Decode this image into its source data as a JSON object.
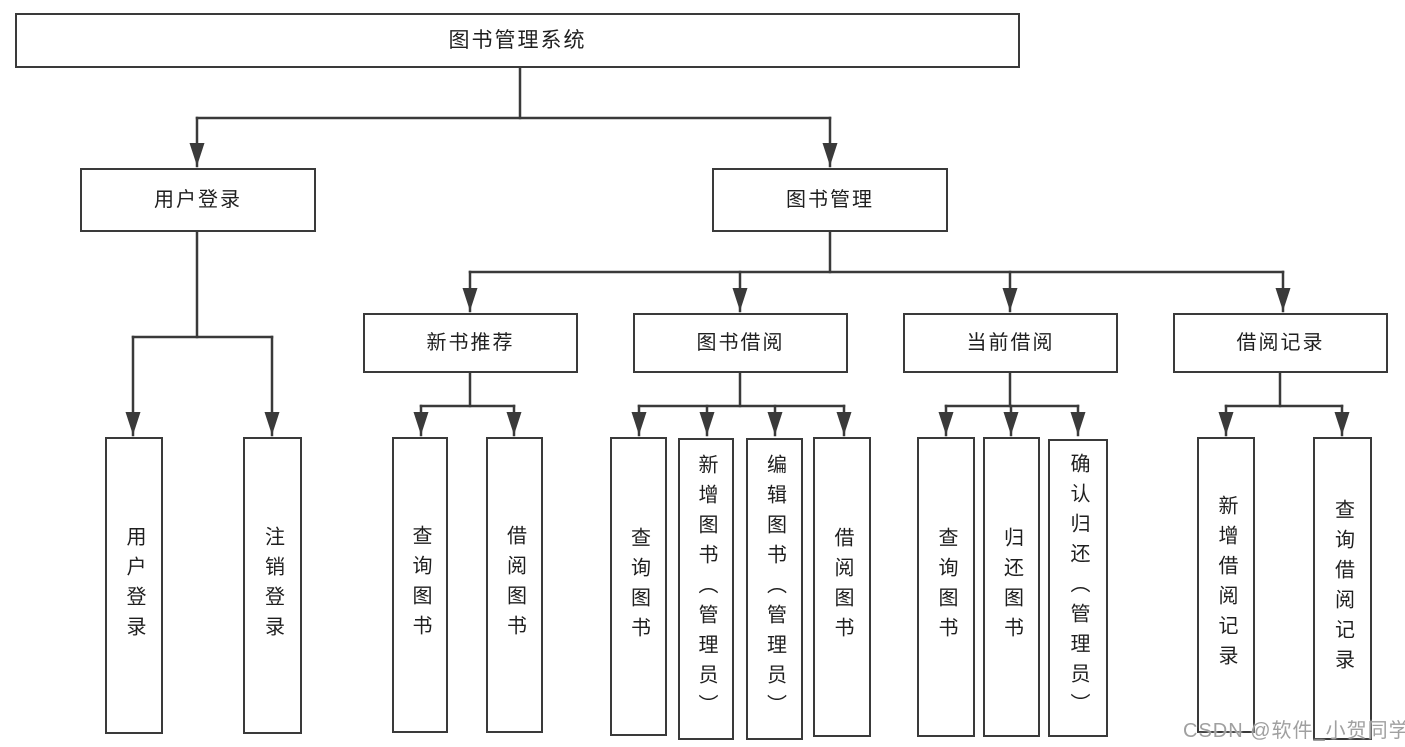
{
  "diagram": {
    "root": {
      "label": "图书管理系统"
    },
    "children": [
      {
        "label": "用户登录",
        "children": [
          {
            "label": "用户登录"
          },
          {
            "label": "注销登录"
          }
        ]
      },
      {
        "label": "图书管理",
        "children": [
          {
            "label": "新书推荐",
            "children": [
              {
                "label": "查询图书"
              },
              {
                "label": "借阅图书"
              }
            ]
          },
          {
            "label": "图书借阅",
            "children": [
              {
                "label": "查询图书"
              },
              {
                "label": "新增图书（管理员）"
              },
              {
                "label": "编辑图书（管理员）"
              },
              {
                "label": "借阅图书"
              }
            ]
          },
          {
            "label": "当前借阅",
            "children": [
              {
                "label": "查询图书"
              },
              {
                "label": "归还图书"
              },
              {
                "label": "确认归还（管理员）"
              }
            ]
          },
          {
            "label": "借阅记录",
            "children": [
              {
                "label": "新增借阅记录"
              },
              {
                "label": "查询借阅记录"
              }
            ]
          }
        ]
      }
    ]
  },
  "watermark": {
    "text": "CSDN @软件_小贺同学"
  },
  "colors": {
    "line": "#3a3a3a",
    "box_border": "#3a3a3a",
    "text": "#1f1f1f",
    "watermark": "#a0a0a0",
    "background": "#ffffff"
  }
}
